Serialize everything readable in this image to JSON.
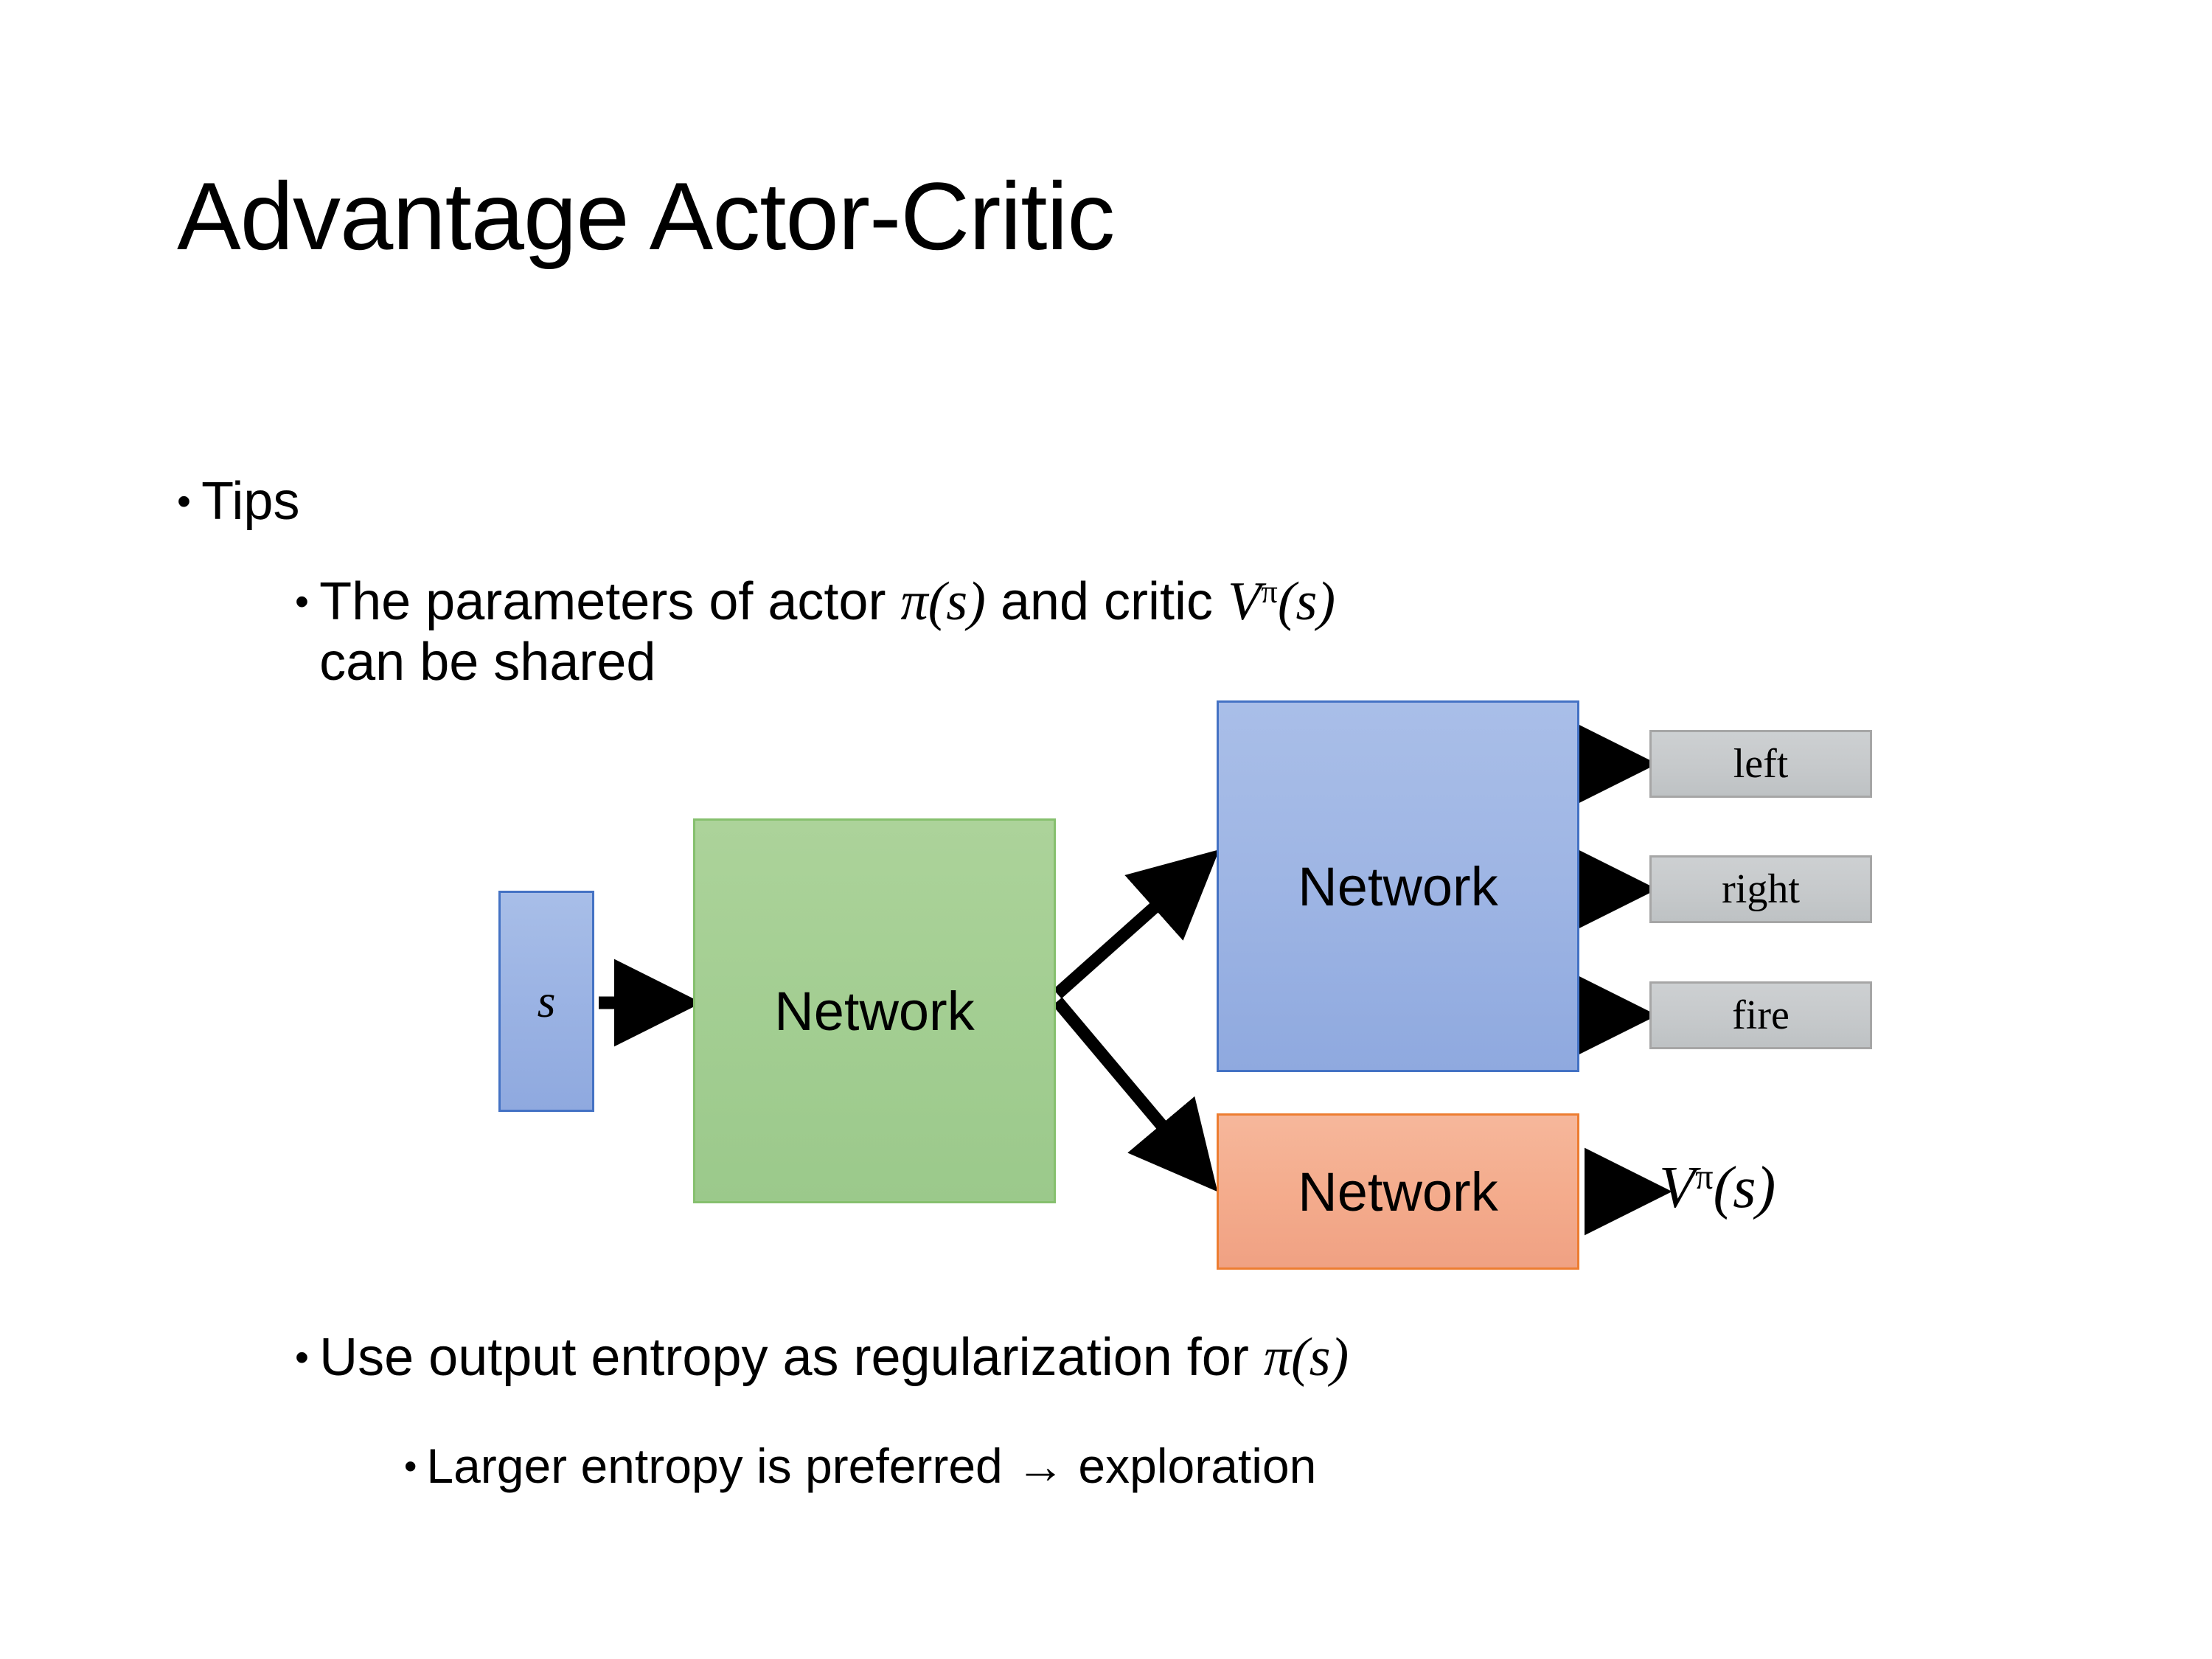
{
  "slide": {
    "title": "Advantage Actor-Critic"
  },
  "bullets": {
    "level1": "Tips",
    "tip1_line1_pre": "The parameters of actor ",
    "tip1_math_pi": "π(s)",
    "tip1_line1_mid": "  and critic ",
    "tip1_math_v": "V",
    "tip1_math_v_sup": "π",
    "tip1_math_v_arg": "(s)",
    "tip1_line2": "can be shared",
    "tip2_pre": "Use output entropy as regularization for ",
    "tip2_math": "π(s)",
    "tip3": "Larger entropy is preferred → exploration"
  },
  "diagram": {
    "state_label": "s",
    "shared_network_label": "Network",
    "actor_network_label": "Network",
    "critic_network_label": "Network",
    "actions": [
      {
        "label": "left"
      },
      {
        "label": "right"
      },
      {
        "label": "fire"
      }
    ],
    "critic_output_v": "V",
    "critic_output_sup": "π",
    "critic_output_arg": "(s)"
  },
  "colors": {
    "state_fill": "#9CB4E4",
    "state_border": "#4472C4",
    "shared_fill": "#A3CE92",
    "shared_border": "#86C06E",
    "actor_fill": "#9EB5E4",
    "actor_border": "#4472C4",
    "critic_fill": "#F4AC8D",
    "critic_border": "#ED7D31",
    "action_fill": "#C6C9CB",
    "action_border": "#A6A6A6",
    "arrow": "#000000",
    "text": "#000000",
    "background": "#FFFFFF"
  }
}
